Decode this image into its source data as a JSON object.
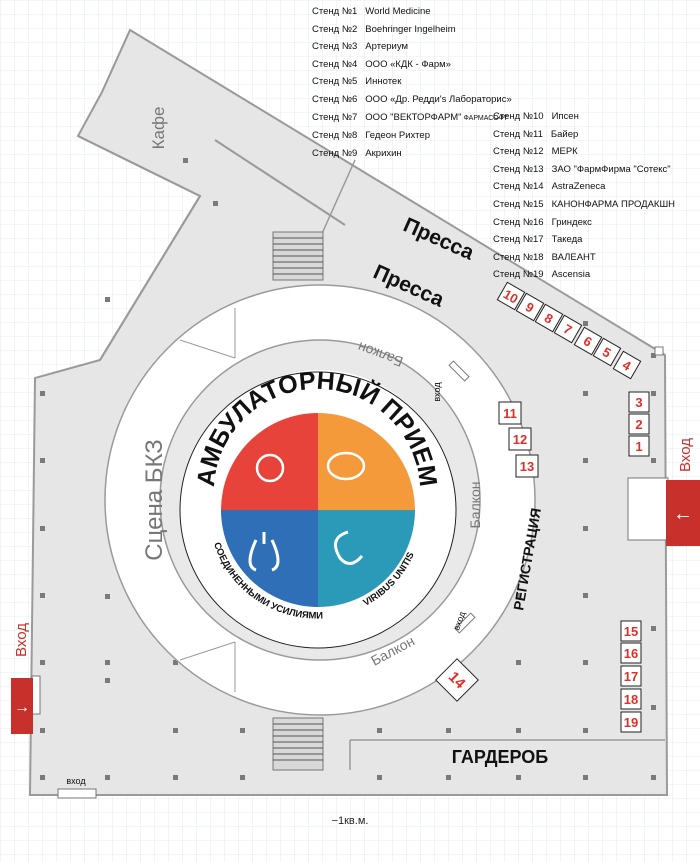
{
  "legend_left": [
    {
      "label": "Стенд №1",
      "name": "World Medicine",
      "sub": ""
    },
    {
      "label": "Стенд №2",
      "name": "Boehringer Ingelheim",
      "sub": ""
    },
    {
      "label": "Стенд №3",
      "name": "Артериум",
      "sub": ""
    },
    {
      "label": "Стенд №4",
      "name": "ООО «КДК - Фарм»",
      "sub": ""
    },
    {
      "label": "Стенд №5",
      "name": "Иннотек",
      "sub": ""
    },
    {
      "label": "Стенд №6",
      "name": "ООО «Др. Редди's Лабораторис»",
      "sub": ""
    },
    {
      "label": "Стенд №7",
      "name": "ООО \"ВЕКТОРФАРМ\"",
      "sub": "фармасофт"
    },
    {
      "label": "Стенд №8",
      "name": "Гедеон Рихтер",
      "sub": ""
    },
    {
      "label": "Стенд №9",
      "name": "Акрихин",
      "sub": ""
    }
  ],
  "legend_right": [
    {
      "label": "Стенд №10",
      "name": "Ипсен"
    },
    {
      "label": "Стенд №11",
      "name": "Байер"
    },
    {
      "label": "Стенд №12",
      "name": "МЕРК"
    },
    {
      "label": "Стенд №13",
      "name": "ЗАО \"ФармФирма \"Сотекс\""
    },
    {
      "label": "Стенд №14",
      "name": "AstraZeneca"
    },
    {
      "label": "Стенд №15",
      "name": "КАНОНФАРМА ПРОДАКШН"
    },
    {
      "label": "Стенд №16",
      "name": "Гриндекс"
    },
    {
      "label": "Стенд №17",
      "name": "Такеда"
    },
    {
      "label": "Стенд №18",
      "name": "ВАЛЕАНТ"
    },
    {
      "label": "Стенд №19",
      "name": "Ascensia"
    }
  ],
  "rooms": {
    "cafe": "Кафе",
    "stage": "Сцена БКЗ",
    "press": "Пресса",
    "balcony": "Балкон",
    "registration": "РЕГИСТРАЦИЯ",
    "wardrobe": "ГАРДЕРОБ",
    "entrance_small": "вход",
    "entrance_big": "Вход"
  },
  "logo": {
    "title": "АМБУЛАТОРНЫЙ ПРИЕМ",
    "motto_ru": "СОЕДИНЕННЫМИ УСИЛИЯМИ",
    "motto_la": "VIRIBUS UNITIS",
    "colors": [
      "#e8433a",
      "#f59a3b",
      "#2f6fb8",
      "#2a9ab8"
    ]
  },
  "stands": [
    "1",
    "2",
    "3",
    "4",
    "5",
    "6",
    "7",
    "8",
    "9",
    "10",
    "11",
    "12",
    "13",
    "14",
    "15",
    "16",
    "17",
    "18",
    "19"
  ],
  "floor_label": "−1кв.м.",
  "colors": {
    "stand_number": "#e0302a",
    "entrance": "#c8302c",
    "floor": "#e6e6e6"
  }
}
